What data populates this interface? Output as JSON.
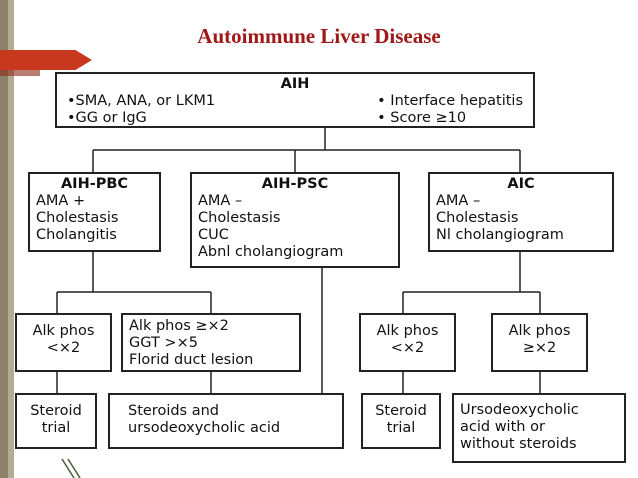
{
  "title": "Autoimmune Liver Disease",
  "aih": {
    "header": "AIH",
    "left": [
      "•SMA, ANA, or LKM1",
      "•GG or IgG"
    ],
    "right": [
      "• Interface hepatitis",
      "• Score ≥10"
    ]
  },
  "aih_pbc": {
    "header": "AIH-PBC",
    "lines": [
      "AMA +",
      "Cholestasis",
      "Cholangitis"
    ]
  },
  "aih_psc": {
    "header": "AIH-PSC",
    "lines": [
      "AMA –",
      "Cholestasis",
      "CUC",
      "Abnl cholangiogram"
    ]
  },
  "aic": {
    "header": "AIC",
    "lines": [
      "AMA –",
      "Cholestasis",
      "Nl cholangiogram"
    ]
  },
  "pbc_low": {
    "lines": [
      "Alk phos",
      "<×2"
    ]
  },
  "pbc_high": {
    "lines": [
      "Alk phos ≥×2",
      "GGT >×5",
      "Florid duct lesion"
    ]
  },
  "aic_low": {
    "lines": [
      "Alk phos",
      "<×2"
    ]
  },
  "aic_high": {
    "lines": [
      "Alk phos",
      "≥×2"
    ]
  },
  "t1": {
    "lines": [
      "Steroid",
      "trial"
    ]
  },
  "t2": {
    "lines": [
      "Steroids and",
      "ursodeoxycholic acid"
    ]
  },
  "t3": {
    "lines": [
      "Steroid",
      "trial"
    ]
  },
  "t4": {
    "lines": [
      "Ursodeoxycholic",
      "acid with or",
      "without steroids"
    ]
  },
  "colors": {
    "title": "#a01818",
    "ribbon": "#c8381e",
    "sidebar": "#8a8168"
  }
}
